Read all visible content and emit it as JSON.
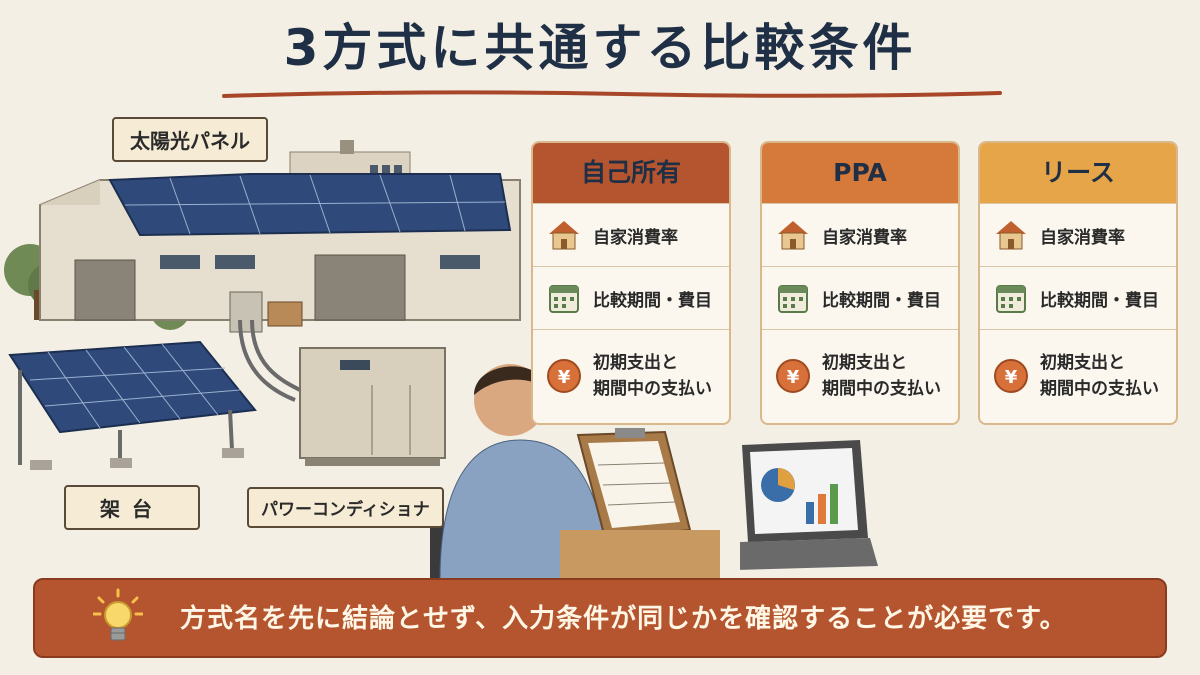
{
  "title": "3方式に共通する比較条件",
  "labels": {
    "panel": "太陽光パネル",
    "rack": "架台",
    "pcs": "パワーコンディショナ"
  },
  "cards": [
    {
      "name": "自己所有",
      "header_color": "#b4552f",
      "rows": {
        "self_consumption": "自家消費率",
        "period_cost": "比較期間・費目",
        "payment_line1": "初期支出と",
        "payment_line2": "期間中の支払い"
      }
    },
    {
      "name": "PPA",
      "header_color": "#d57a3a",
      "rows": {
        "self_consumption": "自家消費率",
        "period_cost": "比較期間・費目",
        "payment_line1": "初期支出と",
        "payment_line2": "期間中の支払い"
      }
    },
    {
      "name": "リース",
      "header_color": "#e6a548",
      "rows": {
        "self_consumption": "自家消費率",
        "period_cost": "比較期間・費目",
        "payment_line1": "初期支出と",
        "payment_line2": "期間中の支払い"
      }
    }
  ],
  "icons": {
    "house": "house-icon",
    "calendar": "calendar-icon",
    "yen": "yen-coin-icon",
    "bulb": "lightbulb-icon"
  },
  "banner": {
    "text": "方式名を先に結論とせず、入力条件が同じかを確認することが必要です。",
    "color": "#b4552f"
  }
}
